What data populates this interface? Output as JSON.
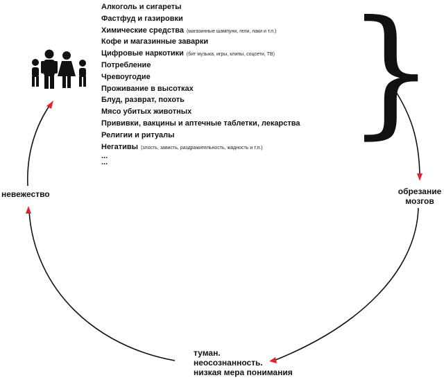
{
  "items": [
    {
      "label": "Алкоголь и сигареты",
      "note": ""
    },
    {
      "label": "Фастфуд и газировки",
      "note": ""
    },
    {
      "label": "Химические средства",
      "note": "(магазинные шампуни, гели, лаки и т.п.)"
    },
    {
      "label": "Кофе и магазинные заварки",
      "note": ""
    },
    {
      "label": "Цифровые наркотики",
      "note": "(бит музыка, игры, клипы, соцсети, ТВ)"
    },
    {
      "label": "Потребление",
      "note": ""
    },
    {
      "label": "Чревоугодие",
      "note": ""
    },
    {
      "label": "Проживание в высотках",
      "note": ""
    },
    {
      "label": "Блуд, разврат, похоть",
      "note": ""
    },
    {
      "label": "Мясо убитых животных",
      "note": ""
    },
    {
      "label": "Прививки, вакцины и аптечные таблетки, лекарства",
      "note": ""
    },
    {
      "label": "Религии и ритуалы",
      "note": ""
    },
    {
      "label": "Негативы",
      "note": "(злость, зависть, раздражительность, жадность и т.п.)"
    }
  ],
  "ellipsis": [
    "...",
    "..."
  ],
  "cycle": {
    "ignorance": "невежество",
    "brain_line1": "обрезание",
    "brain_line2": "мозгов",
    "fog_line1": "туман.",
    "fog_line2": "неосознанность.",
    "fog_line3": "низкая мера понимания"
  },
  "colors": {
    "arrow_red": "#e0242b",
    "ink": "#111111"
  },
  "icons": [
    "family-icon",
    "curly-brace-icon"
  ]
}
